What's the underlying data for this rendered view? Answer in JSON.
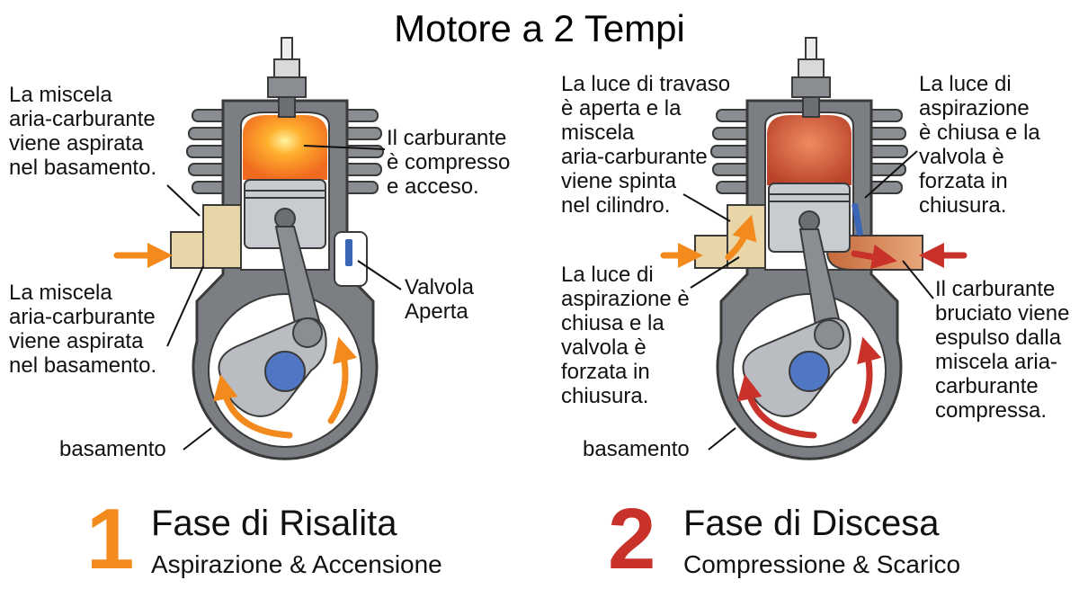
{
  "title": "Motore a 2 Tempi",
  "colors": {
    "metal": "#7b7f84",
    "metal_light": "#c8cbcf",
    "outline": "#3a3a3a",
    "mixture": "#e8d6a8",
    "crank_pin": "#4f77c4",
    "arrow_orange": "#f28a1e",
    "arrow_red": "#c8322a",
    "valve_blue": "#3b66b5"
  },
  "left": {
    "labels": {
      "top_left": "La miscela\naria-carburante\nviene aspirata\nnel basamento.",
      "mid_left": "La miscela\naria-carburante\nviene aspirata\nnel basamento.",
      "combustion": "Il carburante\nè compresso\ne acceso.",
      "valve": "Valvola\nAperta",
      "crankcase": "basamento"
    },
    "phase": {
      "number": "1",
      "title": "Fase di Risalita",
      "subtitle": "Aspirazione & Accensione"
    }
  },
  "right": {
    "labels": {
      "transfer": "La luce di travaso\nè aperta e la\nmiscela\naria-carburante\nviene spinta\nnel cilindro.",
      "intake_top": "La luce di\naspirazione\nè chiusa e la\nvalvola è\nforzata in\nchiusura.",
      "intake_mid": "La luce di\naspirazione è\nchiusa e la\nvalvola è\nforzata in\nchiusura.",
      "exhaust": "Il carburante\nbruciato viene\nespulso dalla\nmiscela aria-\ncarburante\ncompressa.",
      "crankcase": "basamento"
    },
    "phase": {
      "number": "2",
      "title": "Fase di Discesa",
      "subtitle": "Compressione & Scarico"
    }
  }
}
